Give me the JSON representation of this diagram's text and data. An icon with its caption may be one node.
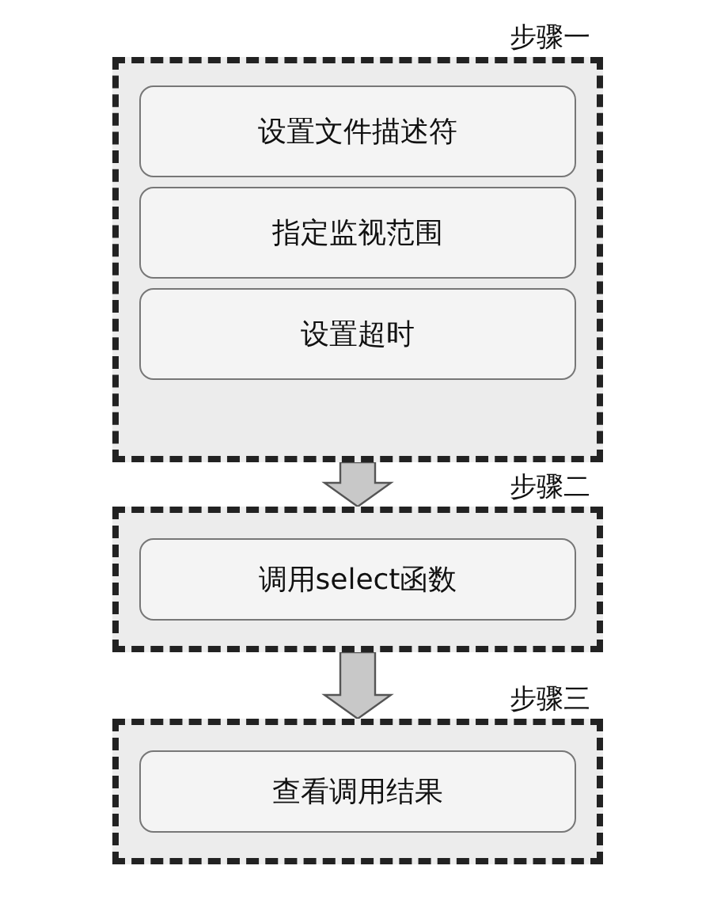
{
  "diagram": {
    "nodes": [
      {
        "text": [
          "步骤一"
        ]
      },
      {
        "text": [
          "设置文件描述符"
        ],
        "in": 0
      },
      {
        "text": [
          "指定监视范围"
        ],
        "in": 0
      },
      {
        "text": [
          "设置超时"
        ],
        "in": 0
      },
      {
        "text": [
          "步骤二"
        ]
      },
      {
        "text": [
          "调用select函数"
        ],
        "in": 4
      },
      {
        "text": [
          "步骤三"
        ]
      },
      {
        "text": [
          "查看调用结果"
        ],
        "in": 6
      }
    ],
    "edges": [
      {
        "from": 0,
        "to": 4,
        "arrow": "to"
      },
      {
        "from": 4,
        "to": 6,
        "arrow": "to"
      }
    ]
  }
}
